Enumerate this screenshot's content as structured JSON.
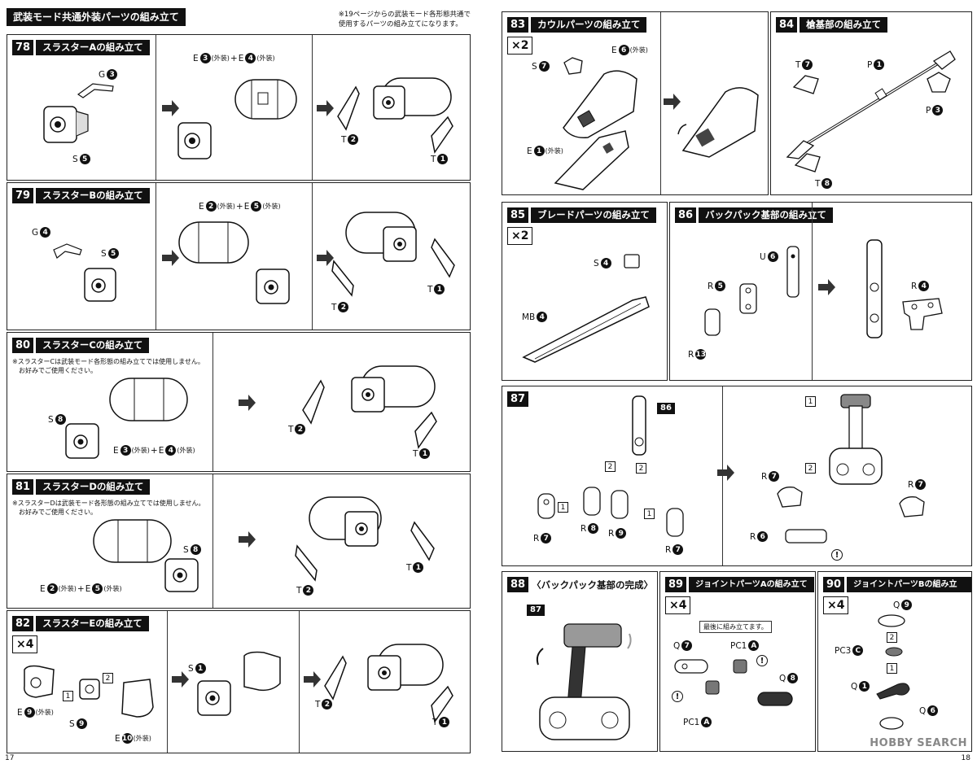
{
  "left_page": {
    "header_title": "武装モード共通外装パーツの組み立て",
    "header_note_1": "※19ページからの武装モード各形態共通で",
    "header_note_2": "使用するパーツの組み立てになります。",
    "page_number": "17"
  },
  "right_page": {
    "page_number": "18"
  },
  "watermark": "HOBBY SEARCH",
  "sections": {
    "s78": {
      "num": "78",
      "title": "スラスターAの組み立て",
      "labels": {
        "g3": "G",
        "g3n": "3",
        "s5": "S",
        "s5n": "5",
        "e_combo_a": "E",
        "e_combo_an": "3",
        "e_combo_a_note": "(外装)",
        "plus": "+",
        "e_combo_b": "E",
        "e_combo_bn": "4",
        "e_combo_b_note": "(外装)",
        "t2": "T",
        "t2n": "2",
        "t1": "T",
        "t1n": "1"
      }
    },
    "s79": {
      "num": "79",
      "title": "スラスターBの組み立て",
      "labels": {
        "g4": "G",
        "g4n": "4",
        "s5": "S",
        "s5n": "5",
        "e_a": "E",
        "e_an": "2",
        "e_a_note": "(外装)",
        "plus": "+",
        "e_b": "E",
        "e_bn": "5",
        "e_b_note": "(外装)",
        "t2": "T",
        "t2n": "2",
        "t1": "T",
        "t1n": "1"
      }
    },
    "s80": {
      "num": "80",
      "title": "スラスターCの組み立て",
      "note_1": "※スラスターCは武装モード各形態の組み立てでは使用しません。",
      "note_2": "お好みでご使用ください。",
      "labels": {
        "s8": "S",
        "s8n": "8",
        "e_a": "E",
        "e_an": "3",
        "e_a_note": "(外装)",
        "plus": "+",
        "e_b": "E",
        "e_bn": "4",
        "e_b_note": "(外装)",
        "t2": "T",
        "t2n": "2",
        "t1": "T",
        "t1n": "1"
      }
    },
    "s81": {
      "num": "81",
      "title": "スラスターDの組み立て",
      "note_1": "※スラスターDは武装モード各形態の組み立てでは使用しません。",
      "note_2": "お好みでご使用ください。",
      "labels": {
        "s8": "S",
        "s8n": "8",
        "e_a": "E",
        "e_an": "2",
        "e_a_note": "(外装)",
        "plus": "+",
        "e_b": "E",
        "e_bn": "5",
        "e_b_note": "(外装)",
        "t2": "T",
        "t2n": "2",
        "t1": "T",
        "t1n": "1"
      }
    },
    "s82": {
      "num": "82",
      "title": "スラスターEの組み立て",
      "multiplier": "×4",
      "labels": {
        "e9": "E",
        "e9n": "9",
        "e9_note": "(外装)",
        "s9": "S",
        "s9n": "9",
        "e10": "E",
        "e10n": "10",
        "e10_note": "(外装)",
        "step1": "1",
        "step2": "2",
        "s1": "S",
        "s1n": "1",
        "t2": "T",
        "t2n": "2",
        "t1": "T",
        "t1n": "1"
      }
    },
    "s83": {
      "num": "83",
      "title": "カウルパーツの組み立て",
      "multiplier": "×2",
      "labels": {
        "s7": "S",
        "s7n": "7",
        "e6": "E",
        "e6n": "6",
        "e6_note": "(外装)",
        "e1": "E",
        "e1n": "1",
        "e1_note": "(外装)"
      }
    },
    "s84": {
      "num": "84",
      "title": "槍基部の組み立て",
      "labels": {
        "t7": "T",
        "t7n": "7",
        "p1": "P",
        "p1n": "1",
        "p3": "P",
        "p3n": "3",
        "t8": "T",
        "t8n": "8"
      }
    },
    "s85": {
      "num": "85",
      "title": "ブレードパーツの組み立て",
      "multiplier": "×2",
      "labels": {
        "s4": "S",
        "s4n": "4",
        "mb4": "MB",
        "mb4n": "4"
      }
    },
    "s86": {
      "num": "86",
      "title": "バックパック基部の組み立て",
      "labels": {
        "u6": "U",
        "u6n": "6",
        "r5": "R",
        "r5n": "5",
        "r13": "R",
        "r13n": "13",
        "r4": "R",
        "r4n": "4"
      }
    },
    "s87": {
      "num": "87",
      "labels": {
        "ref86": "86",
        "step1": "1",
        "step2": "2",
        "r7a": "R",
        "r7an": "7",
        "r8": "R",
        "r8n": "8",
        "r9": "R",
        "r9n": "9",
        "r7b": "R",
        "r7bn": "7",
        "r7c": "R",
        "r7cn": "7",
        "r7d": "R",
        "r7dn": "7",
        "r6": "R",
        "r6n": "6",
        "warn": "!"
      }
    },
    "s88": {
      "num": "88",
      "title": "〈バックパック基部の完成〉",
      "labels": {
        "ref87": "87"
      }
    },
    "s89": {
      "num": "89",
      "title": "ジョイントパーツAの組み立て",
      "multiplier": "×4",
      "callout": "最後に組み立てます。",
      "labels": {
        "q7": "Q",
        "q7n": "7",
        "pc1a": "PC1",
        "pc1an": "A",
        "q8": "Q",
        "q8n": "8",
        "pc1b": "PC1",
        "pc1bn": "A",
        "warn": "!"
      }
    },
    "s90": {
      "num": "90",
      "title": "ジョイントパーツBの組み立て",
      "multiplier": "×4",
      "labels": {
        "q9": "Q",
        "q9n": "9",
        "pc3": "PC3",
        "pc3n": "C",
        "q1": "Q",
        "q1n": "1",
        "q6": "Q",
        "q6n": "6",
        "step1": "1",
        "step2": "2"
      }
    }
  }
}
